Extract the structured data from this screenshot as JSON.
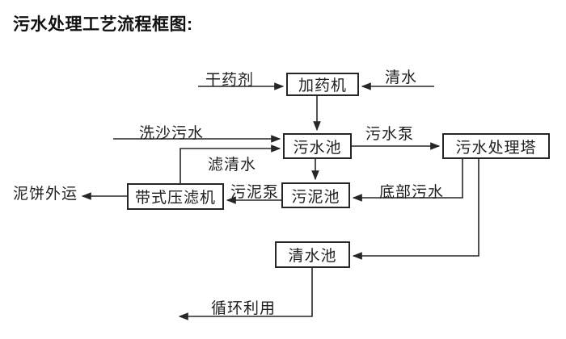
{
  "title": "污水处理工艺流程框图:",
  "diagram": {
    "line_color": "#262626",
    "nodes": [
      {
        "id": "dosing-machine",
        "label": "加药机"
      },
      {
        "id": "sewage-pool",
        "label": "污水池"
      },
      {
        "id": "treatment-tower",
        "label": "污水处理塔"
      },
      {
        "id": "sludge-pool",
        "label": "污泥池"
      },
      {
        "id": "belt-filter-press",
        "label": "带式压滤机"
      },
      {
        "id": "clean-water-pool",
        "label": "清水池"
      }
    ],
    "flow_labels": [
      {
        "id": "dry-agent",
        "label": "干药剂"
      },
      {
        "id": "clean-water",
        "label": "清水"
      },
      {
        "id": "sand-washing-sewage",
        "label": "洗沙污水"
      },
      {
        "id": "sewage-pump",
        "label": "污水泵"
      },
      {
        "id": "filtered-water",
        "label": "滤清水"
      },
      {
        "id": "bottom-sewage",
        "label": "底部污水"
      },
      {
        "id": "sludge-pump",
        "label": "污泥泵"
      },
      {
        "id": "mud-cake-shipped-out",
        "label": "泥饼外运"
      },
      {
        "id": "recycling-use",
        "label": "循环利用"
      }
    ]
  }
}
